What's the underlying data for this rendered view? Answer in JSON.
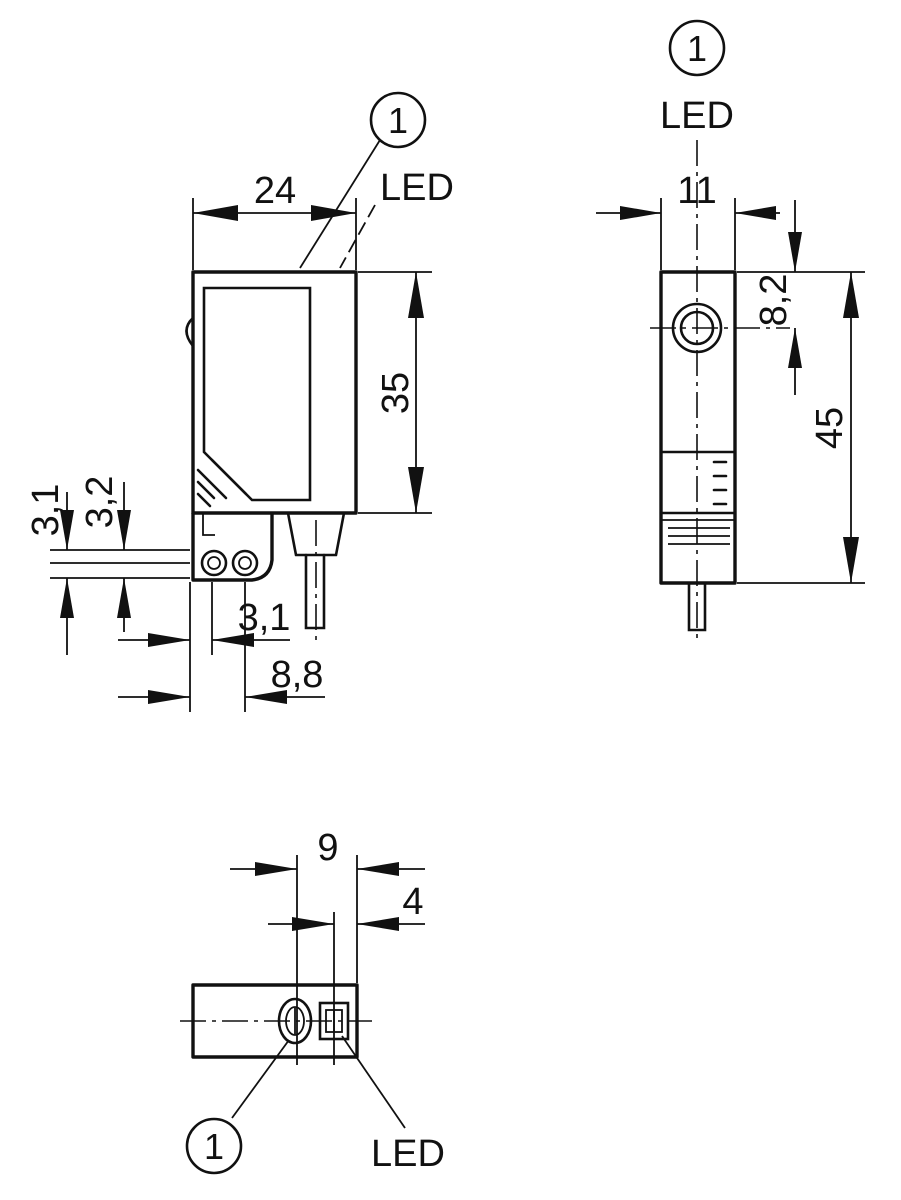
{
  "front_view": {
    "callout": "1",
    "led_label": "LED",
    "dim_width": "24",
    "dim_height": "35",
    "dim_a": "3,1",
    "dim_b": "3,2",
    "dim_c": "3,1",
    "dim_d": "8,8"
  },
  "side_view": {
    "callout": "1",
    "led_label": "LED",
    "dim_width": "11",
    "dim_offset": "8,2",
    "dim_height": "45"
  },
  "top_view": {
    "dim_a": "9",
    "dim_b": "4",
    "callout": "1",
    "led_label": "LED"
  }
}
